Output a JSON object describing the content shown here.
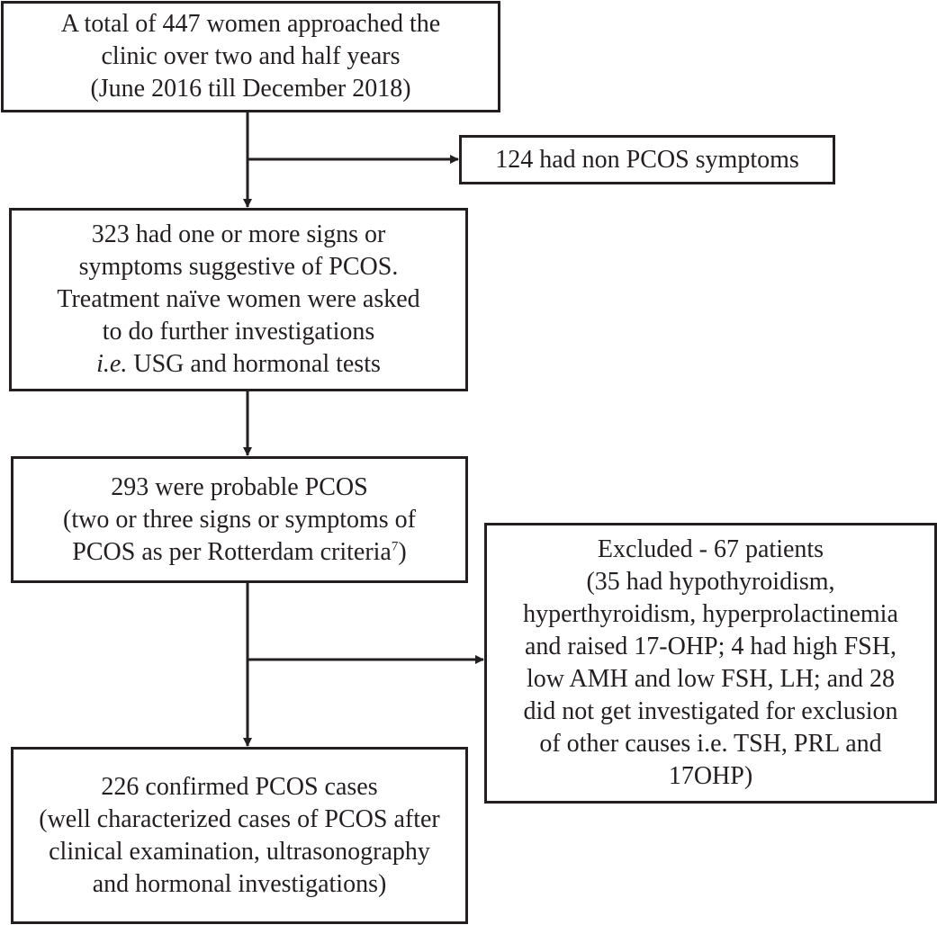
{
  "boxes": {
    "start": {
      "lines": [
        "A total of 447 women approached the",
        "clinic over two and half years",
        "(June 2016 till December 2018)"
      ]
    },
    "non_pcos": {
      "lines": [
        "124 had non PCOS symptoms"
      ]
    },
    "suggestive": {
      "lines": [
        "323 had one or more signs or",
        "symptoms suggestive of PCOS.",
        "Treatment naïve women were asked",
        "to do further investigations"
      ],
      "last_italic": "i.e.",
      "last_rest": " USG and hormonal tests"
    },
    "probable": {
      "lines": [
        "293 were probable PCOS",
        "(two or three signs or symptoms of"
      ],
      "last_text": "PCOS as per Rotterdam criteria",
      "last_sup": "7",
      "last_close": ")"
    },
    "excluded": {
      "lines": [
        "Excluded - 67 patients",
        "(35 had hypothyroidism,",
        "hyperthyroidism, hyperprolactinemia",
        "and raised 17-OHP; 4 had high FSH,",
        "low AMH and low FSH, LH; and 28",
        "did not get investigated for exclusion",
        "of other causes i.e. TSH, PRL and",
        "17OHP)"
      ]
    },
    "confirmed": {
      "lines": [
        "226 confirmed PCOS cases",
        "(well characterized cases of PCOS after",
        "clinical examination, ultrasonography",
        "and hormonal investigations)"
      ]
    }
  },
  "colors": {
    "stroke": "#231f20"
  }
}
